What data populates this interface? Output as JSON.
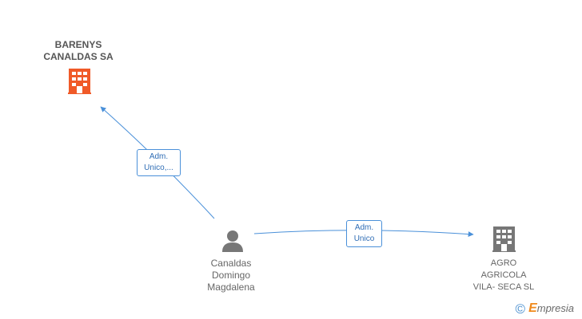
{
  "nodes": {
    "barenys": {
      "name_line1": "BARENYS",
      "name_line2": "CANALDAS SA",
      "icon": "building-icon",
      "color": "#f05a28"
    },
    "person": {
      "name_line1": "Canaldas",
      "name_line2": "Domingo",
      "name_line3": "Magdalena",
      "icon": "person-icon",
      "color": "#777777"
    },
    "agro": {
      "name_line1": "AGRO",
      "name_line2": "AGRICOLA",
      "name_line3": "VILA- SECA SL",
      "icon": "building-icon",
      "color": "#777777"
    }
  },
  "edges": [
    {
      "from": "person",
      "to": "barenys",
      "label_line1": "Adm.",
      "label_line2": "Unico,..."
    },
    {
      "from": "person",
      "to": "agro",
      "label_line1": "Adm.",
      "label_line2": "Unico"
    }
  ],
  "colors": {
    "edge": "#4a90d9"
  },
  "watermark": {
    "symbol": "©",
    "brand_first": "E",
    "brand_rest": "mpresia"
  }
}
